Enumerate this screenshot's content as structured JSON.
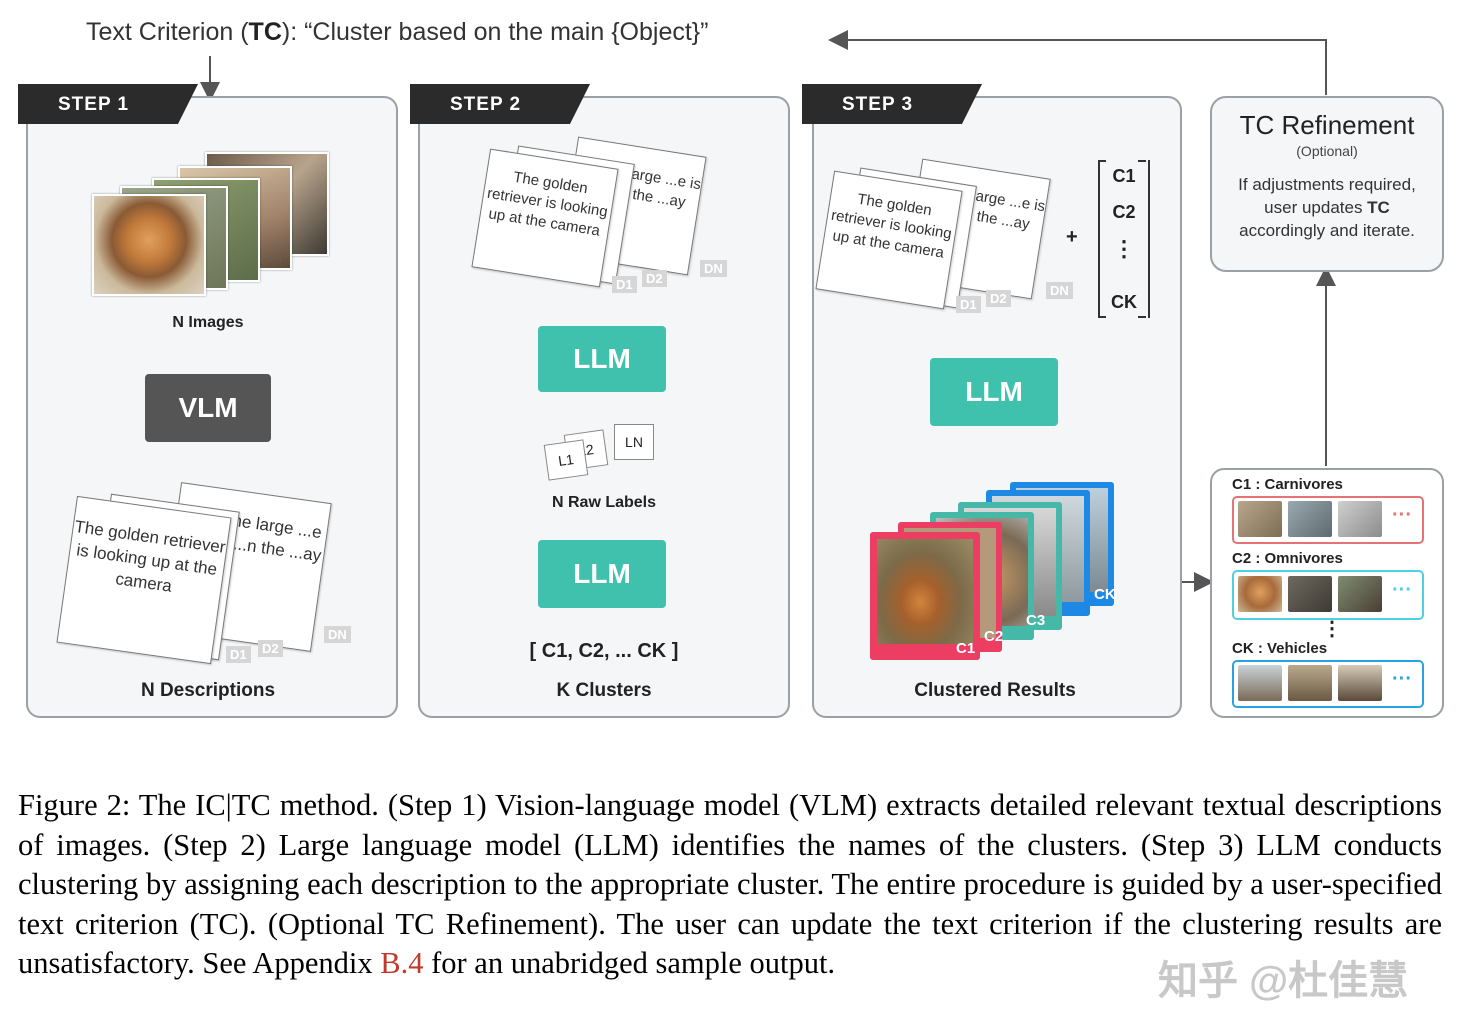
{
  "criterion": {
    "prefix": "Text Criterion (",
    "tc": "TC",
    "suffix": "): “Cluster based on the main {Object}”"
  },
  "step1": {
    "tab": "STEP 1",
    "images_label": "N Images",
    "model": "VLM",
    "card_text_front": "The golden retriever is looking up at the camera",
    "card_text_back": "The large ...e is ...n the ...ay",
    "d1": "D1",
    "d2": "D2",
    "dn": "DN",
    "descriptions_label": "N Descriptions"
  },
  "step2": {
    "tab": "STEP 2",
    "card_text_front": "The golden retriever is looking up at the camera",
    "card_text_back": "The large ...e is ...n the ...ay",
    "d1": "D1",
    "d2": "D2",
    "dn": "DN",
    "model1": "LLM",
    "label_l1": "L1",
    "label_l2": "L2",
    "label_ln": "LN",
    "raw_labels": "N Raw Labels",
    "model2": "LLM",
    "clusters_list": "[ C1, C2, ... CK ]",
    "clusters_label": "K Clusters"
  },
  "step3": {
    "tab": "STEP 3",
    "card_text_front": "The golden retriever is looking up at the camera",
    "card_text_back": "The large ...e is ...n the ...ay",
    "d1": "D1",
    "d2": "D2",
    "dn": "DN",
    "plus": "+",
    "c1": "C1",
    "c2": "C2",
    "vdots": "⋮",
    "ck": "CK",
    "model": "LLM",
    "stack_c1": "C1",
    "stack_c2": "C2",
    "stack_c3": "C3",
    "stack_ck": "CK",
    "results_label": "Clustered Results"
  },
  "refinement": {
    "title": "TC Refinement",
    "optional": "(Optional)",
    "line1": "If adjustments required,",
    "line2_pre": "user updates ",
    "line2_tc": "TC",
    "line3": "accordingly and iterate."
  },
  "results": {
    "c1": "C1 : Carnivores",
    "c2": "C2 : Omnivores",
    "vdots": "⋮",
    "ck": "CK : Vehicles",
    "ellipsis": "···"
  },
  "colors": {
    "llm": "#3fc1ad",
    "vlm": "#555555",
    "carnivore": "#e57373",
    "omnivore": "#4dd0e1",
    "vehicle": "#29a3e0",
    "stack_red": "#ec3e63",
    "stack_teal": "#46b8a8",
    "stack_blue": "#1e88e5"
  },
  "caption": {
    "text": "Figure 2: The IC|TC method. (Step 1) Vision-language model (VLM) extracts detailed relevant textual descriptions of images. (Step 2) Large language model (LLM) identifies the names of the clusters. (Step 3) LLM conducts clustering by assigning each description to the appropriate cluster. The entire procedure is guided by a user-specified text criterion (TC). (Optional TC Refinement). The user can update the text criterion if the clustering results are unsatisfactory. See Appendix ",
    "ref": "B.4",
    "tail": " for an unabridged sample output."
  },
  "watermark": "知乎 @杜佳慧"
}
